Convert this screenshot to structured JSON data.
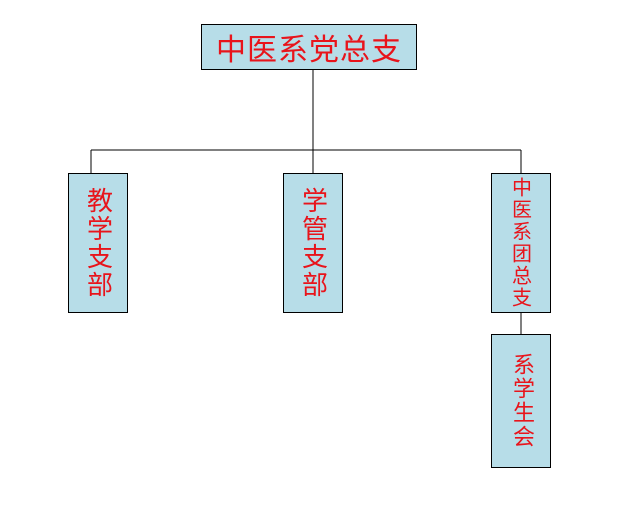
{
  "diagram": {
    "root": {
      "label": "中医系党总支"
    },
    "children": [
      {
        "label": "教学支部"
      },
      {
        "label": "学管支部"
      },
      {
        "label": "中医系团总支"
      }
    ],
    "grandchild": {
      "label": "系学生会"
    }
  },
  "colors": {
    "box_fill": "#b7dde8",
    "box_border": "#000000",
    "text": "#e8141b",
    "connector": "#000000"
  }
}
